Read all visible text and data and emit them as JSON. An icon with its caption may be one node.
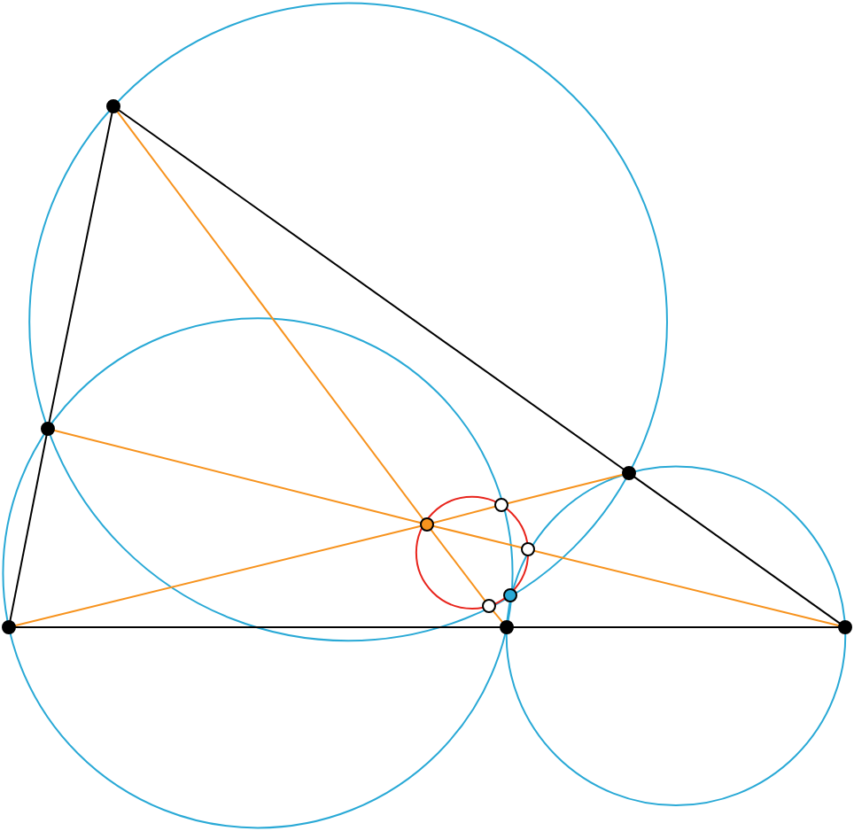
{
  "diagram": {
    "nodes": [
      {
        "text": [],
        "shape": "circle"
      },
      {
        "text": [],
        "shape": "circle"
      },
      {
        "text": [],
        "shape": "circle"
      },
      {
        "text": [],
        "shape": "circle"
      },
      {
        "text": [],
        "shape": "circle"
      },
      {
        "text": [],
        "shape": "circle"
      },
      {
        "text": [],
        "shape": "circle"
      },
      {
        "text": [],
        "shape": "circle"
      },
      {
        "text": [],
        "shape": "circle"
      },
      {
        "text": [],
        "shape": "circle"
      },
      {
        "text": [],
        "shape": "circle"
      }
    ],
    "edges": [
      {
        "from": 0,
        "to": 1,
        "arrow": "none",
        "color": "#000000"
      },
      {
        "from": 1,
        "to": 8,
        "arrow": "none",
        "color": "#000000"
      },
      {
        "from": 0,
        "to": 2,
        "arrow": "none",
        "color": "#000000"
      },
      {
        "from": 2,
        "to": 10,
        "arrow": "none",
        "color": "#000000"
      },
      {
        "from": 8,
        "to": 9,
        "arrow": "none",
        "color": "#000000"
      },
      {
        "from": 9,
        "to": 10,
        "arrow": "none",
        "color": "#000000"
      },
      {
        "from": 0,
        "to": 4,
        "arrow": "none"
      },
      {
        "from": 4,
        "to": 7,
        "arrow": "none"
      },
      {
        "from": 7,
        "to": 9,
        "arrow": "none"
      },
      {
        "from": 1,
        "to": 4,
        "arrow": "none"
      },
      {
        "from": 4,
        "to": 5,
        "arrow": "none"
      },
      {
        "from": 5,
        "to": 10,
        "arrow": "none"
      },
      {
        "from": 8,
        "to": 4,
        "arrow": "none"
      },
      {
        "from": 4,
        "to": 3,
        "arrow": "none"
      },
      {
        "from": 3,
        "to": 2,
        "arrow": "none"
      }
    ]
  }
}
